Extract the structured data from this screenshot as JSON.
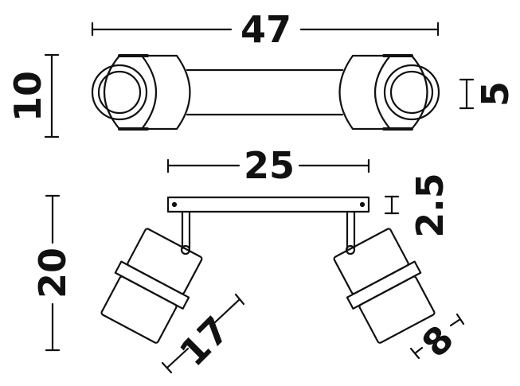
{
  "colors": {
    "line": "#111111",
    "background": "#ffffff"
  },
  "dimensions": {
    "total_width": "47",
    "total_height_top": "10",
    "head_depth": "5",
    "plate_width": "25",
    "plate_thickness": "2.5",
    "total_height_side": "20",
    "head_length": "17",
    "head_diameter": "8"
  }
}
